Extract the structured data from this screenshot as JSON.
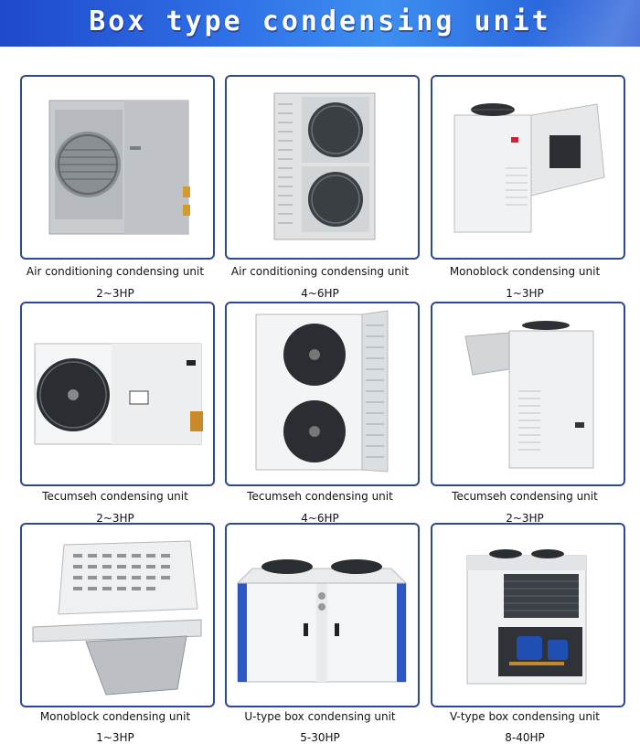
{
  "header": {
    "title": "Box type condensing unit"
  },
  "products": [
    {
      "name": "Air conditioning condensing unit",
      "power": "2~3HP"
    },
    {
      "name": "Air conditioning condensing unit",
      "power": "4~6HP"
    },
    {
      "name": "Monoblock condensing unit",
      "power": "1~3HP"
    },
    {
      "name": "Tecumseh condensing unit",
      "power": "2~3HP"
    },
    {
      "name": "Tecumseh condensing unit",
      "power": "4~6HP"
    },
    {
      "name": "Tecumseh condensing unit",
      "power": "2~3HP"
    },
    {
      "name": "Monoblock condensing unit",
      "power": "1~3HP"
    },
    {
      "name": "U-type box condensing unit",
      "power": "5-30HP"
    },
    {
      "name": "V-type box condensing unit",
      "power": "8-40HP"
    }
  ]
}
